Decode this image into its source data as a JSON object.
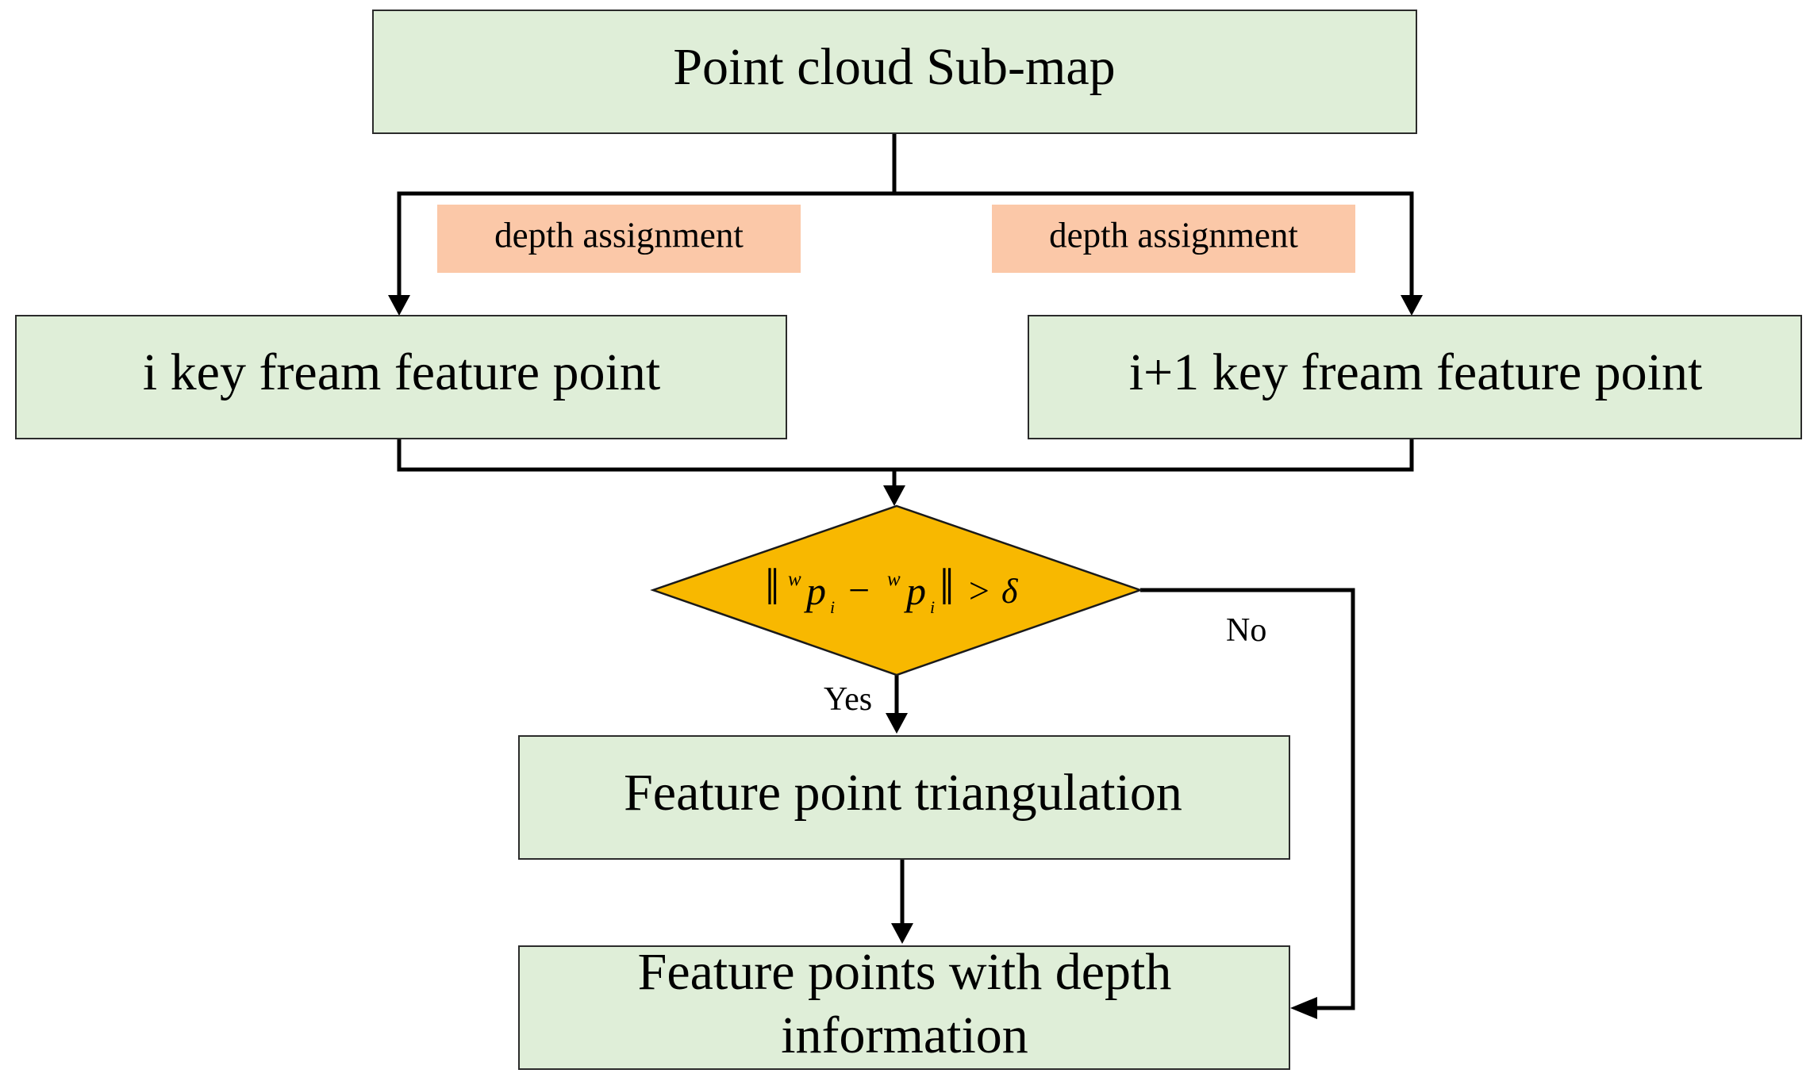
{
  "nodes": {
    "submap": "Point cloud Sub-map",
    "keyframe_i": "i key fream feature point",
    "keyframe_i1": "i+1 key fream feature point",
    "triangulation": "Feature point triangulation",
    "result_line1": "Feature points with depth",
    "result_line2": "information"
  },
  "edge_labels": {
    "left": "depth assignment",
    "right": "depth assignment",
    "yes": "Yes",
    "no": "No"
  },
  "condition": {
    "norm_bar": "‖",
    "sup_w": "w",
    "p": "p",
    "sub_i": "i",
    "minus": "−",
    "op": ">",
    "delta": "δ"
  },
  "colors": {
    "box_fill": "#dfeed8",
    "tag_fill": "#fbc8a8",
    "decision_fill": "#f8b800"
  }
}
